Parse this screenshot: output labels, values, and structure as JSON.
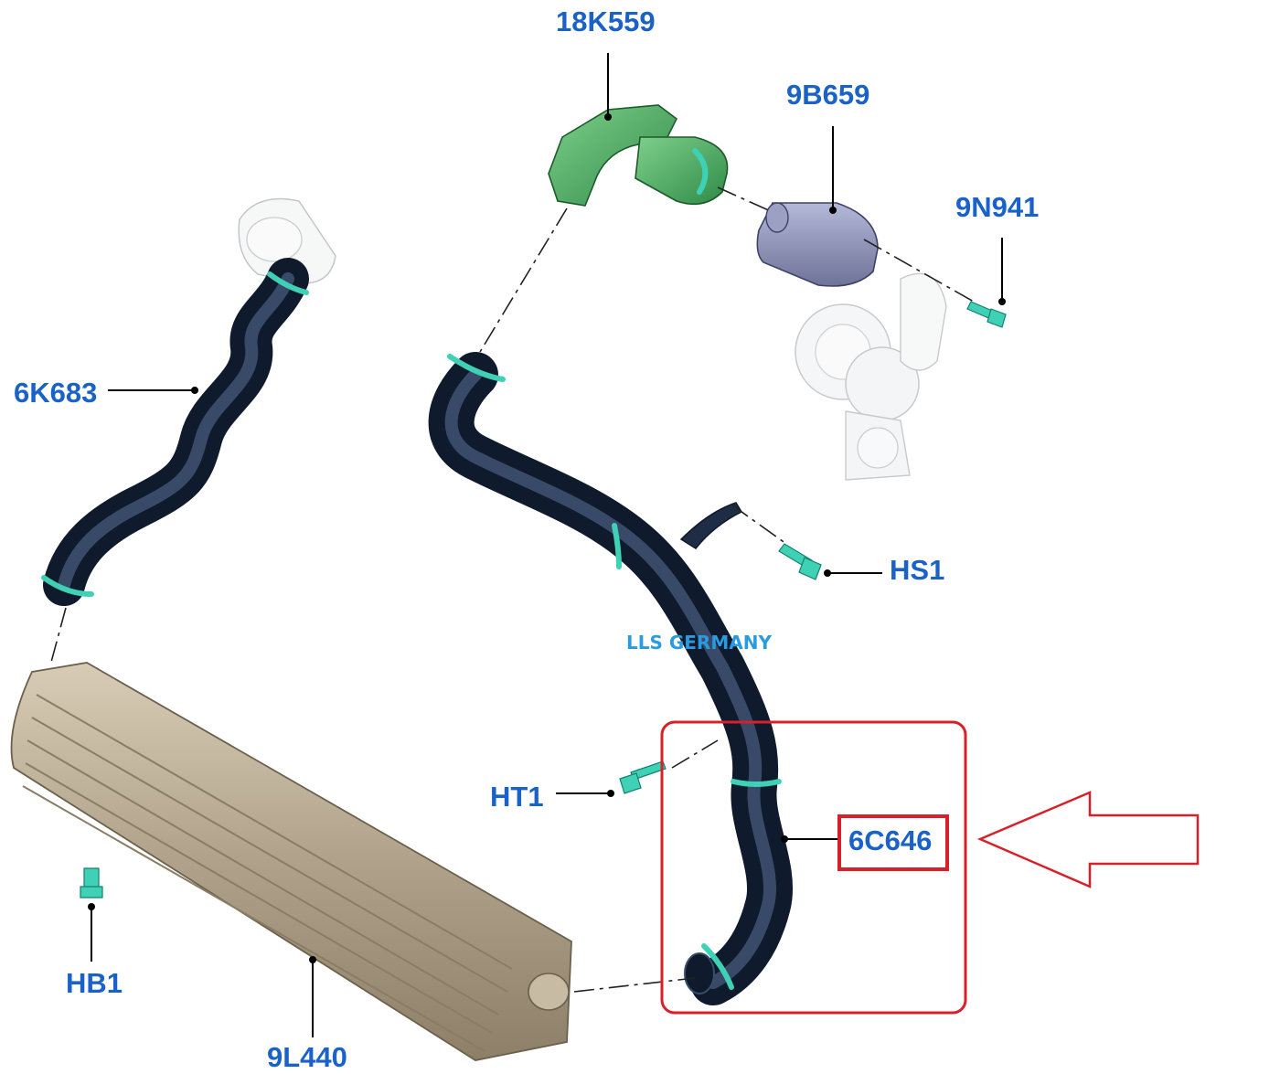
{
  "parts": {
    "p18K559": "18K559",
    "p9B659": "9B659",
    "p9N941": "9N941",
    "p6K683": "6K683",
    "pHS1": "HS1",
    "pHT1": "HT1",
    "p6C646": "6C646",
    "pHB1": "HB1",
    "p9L440": "9L440"
  },
  "watermark": "LLS GERMANY",
  "highlight": {
    "part": "6C646",
    "color": "#d8202a"
  },
  "colors": {
    "label": "#1b62c8",
    "hose": "#1e2d45",
    "clamp": "#3fd1b6",
    "bracket": "#2fa35a",
    "sensor": "#8a8fb8",
    "intercooler": "#b9ab94",
    "highlight": "#d8202a"
  }
}
